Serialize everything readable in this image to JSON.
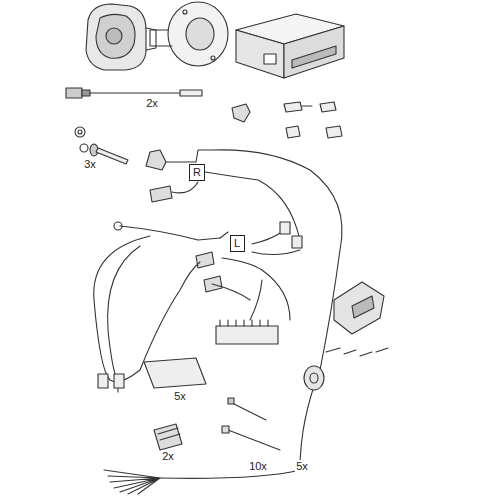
{
  "diagram": {
    "nodes": [
      {
        "text": [
          "R"
        ]
      },
      {
        "text": [
          "L"
        ]
      }
    ],
    "labels": [
      "2x",
      "3x",
      "5x",
      "2x",
      "10x",
      "5x"
    ]
  }
}
